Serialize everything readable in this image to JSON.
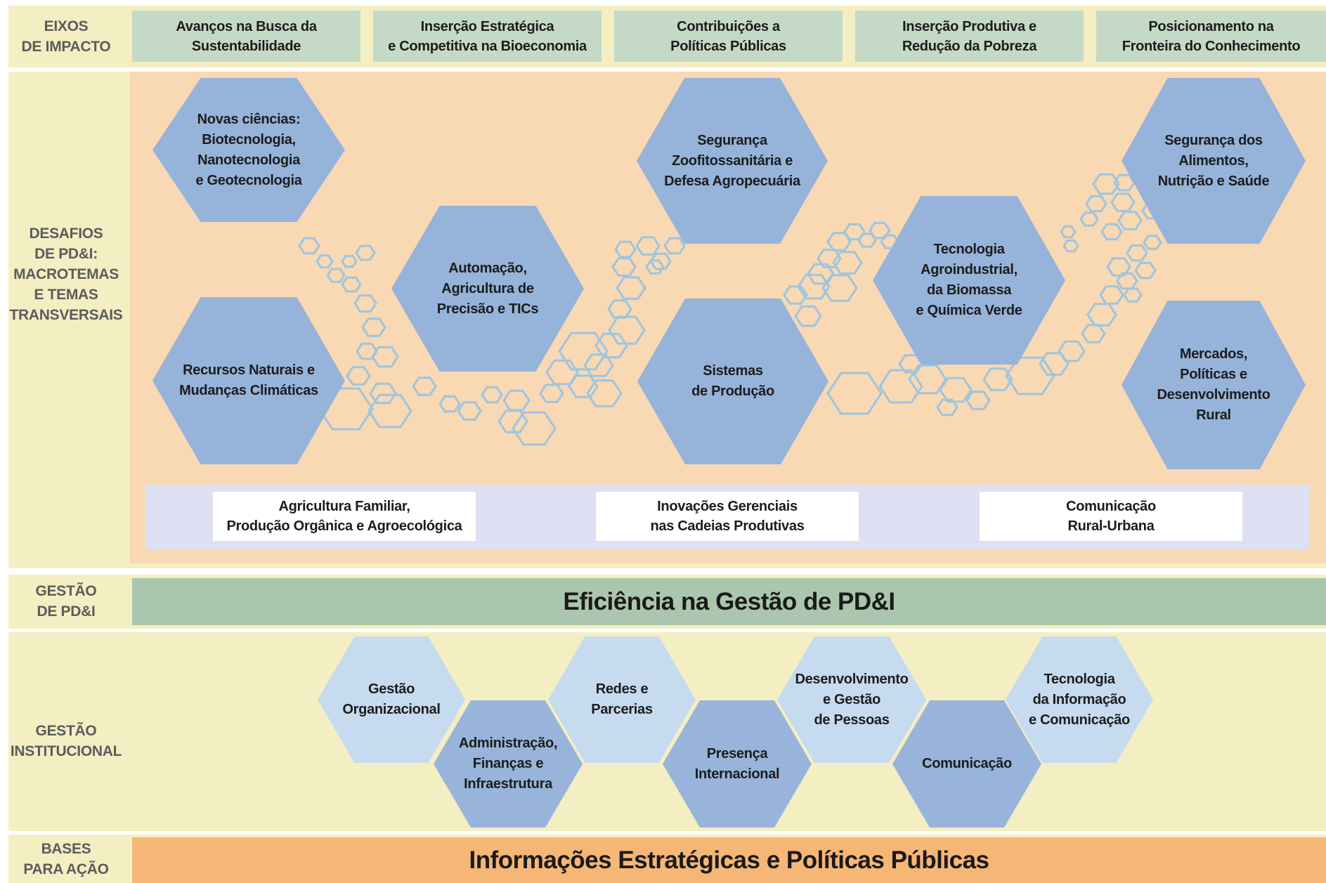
{
  "sections": {
    "eixos": [
      "EIXOS",
      "DE IMPACTO"
    ],
    "desafios": [
      "DESAFIOS",
      "DE PD&I:",
      "MACROTEMAS",
      "E TEMAS",
      "TRANSVERSAIS"
    ],
    "gestao_pdi": [
      "GESTÃO",
      "DE PD&I"
    ],
    "gestao_institucional": [
      "GESTÃO",
      "INSTITUCIONAL"
    ],
    "bases": [
      "BASES",
      "PARA AÇÃO"
    ]
  },
  "impact_axes": [
    [
      "Avanços na Busca da",
      "Sustentabilidade"
    ],
    [
      "Inserção Estratégica",
      "e Competitiva na Bioeconomia"
    ],
    [
      "Contribuições a",
      "Políticas Públicas"
    ],
    [
      "Inserção Produtiva e",
      "Redução da Pobreza"
    ],
    [
      "Posicionamento na",
      "Fronteira do Conhecimento"
    ]
  ],
  "macrotemas": [
    [
      "Novas ciências:",
      "Biotecnologia,",
      "Nanotecnologia",
      "e Geotecnologia"
    ],
    [
      "Recursos Naturais e",
      "Mudanças Climáticas"
    ],
    [
      "Automação,",
      "Agricultura de",
      "Precisão e TICs"
    ],
    [
      "Segurança",
      "Zoofitossanitária e",
      "Defesa Agropecuária"
    ],
    [
      "Sistemas",
      "de Produção"
    ],
    [
      "Tecnologia",
      "Agroindustrial,",
      "da Biomassa",
      "e Química Verde"
    ],
    [
      "Segurança dos",
      "Alimentos,",
      "Nutrição e Saúde"
    ],
    [
      "Mercados,",
      "Políticas e",
      "Desenvolvimento",
      "Rural"
    ]
  ],
  "temas_transversais": [
    [
      "Agricultura Familiar,",
      "Produção Orgânica e Agroecológica"
    ],
    [
      "Inovações Gerenciais",
      "nas Cadeias Produtivas"
    ],
    [
      "Comunicação",
      "Rural-Urbana"
    ]
  ],
  "gestao_pdi_title": "Eficiência na Gestão de PD&I",
  "gestao_institucional_items": [
    [
      "Gestão",
      "Organizacional"
    ],
    [
      "Administração,",
      "Finanças e",
      "Infraestrutura"
    ],
    [
      "Redes e",
      "Parcerias"
    ],
    [
      "Presença",
      "Internacional"
    ],
    [
      "Desenvolvimento",
      "e Gestão",
      "de Pessoas"
    ],
    [
      "Comunicação"
    ],
    [
      "Tecnologia",
      "da Informação",
      "e Comunicação"
    ]
  ],
  "bases_title": "Informações Estratégicas e Políticas Públicas",
  "colors": {
    "section_bg": "#f3efc3",
    "axis_box": "#c5d9c7",
    "desafios_panel": "#f9d8b4",
    "macrotema_hex": "#96b3da",
    "bubble_stroke": "#9ec5dd",
    "transversal_strip": "#dde0f3",
    "gestao_pdi_band": "#abc6ae",
    "institucional_light": "#c6daf0",
    "institucional_dark": "#98b4da",
    "bases_band": "#f6b776"
  }
}
